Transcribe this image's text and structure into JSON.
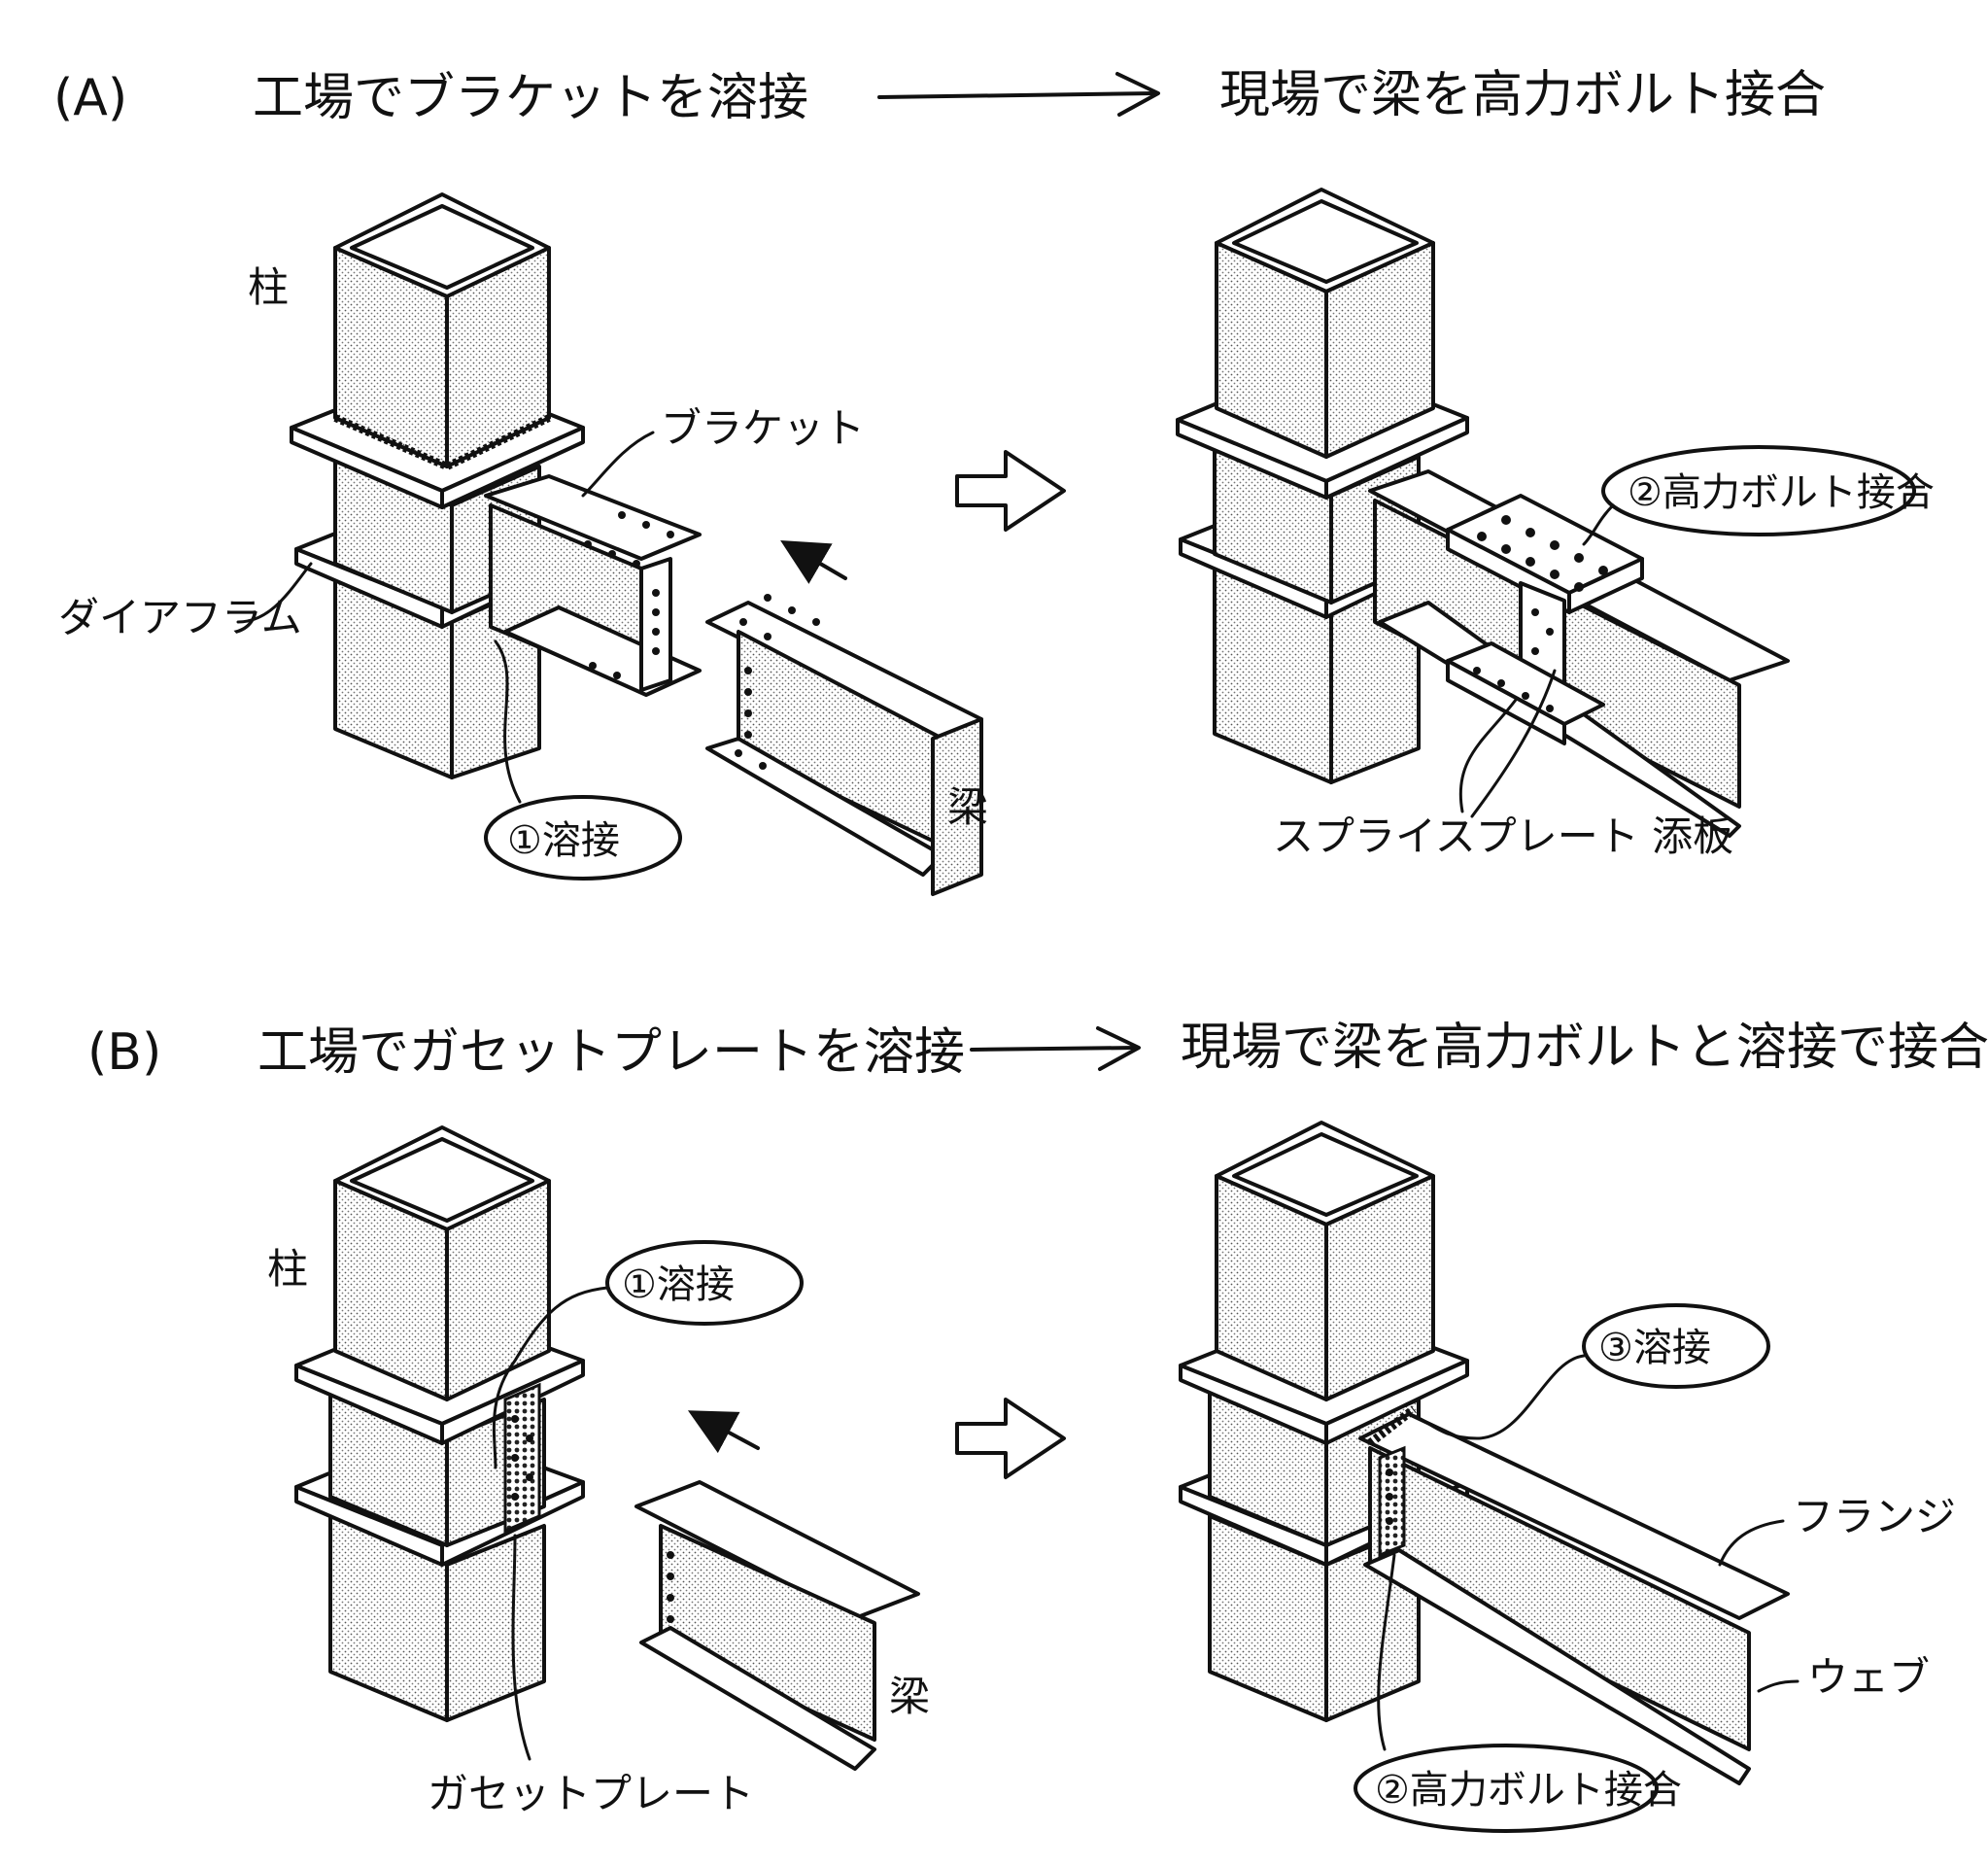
{
  "section_a": {
    "tag": "(A)",
    "left_title": "工場でブラケットを溶接",
    "right_title": "現場で梁を高力ボルト接合",
    "labels": {
      "column": "柱",
      "bracket": "ブラケット",
      "diaphragm": "ダイアフラム",
      "beam": "梁",
      "weld_callout": "①溶接",
      "bolt_callout": "②高力ボルト接合",
      "splice_plate": "スプライスプレート 添板"
    }
  },
  "section_b": {
    "tag": "(B)",
    "left_title": "工場でガセットプレートを溶接",
    "right_title": "現場で梁を高力ボルトと溶接で接合",
    "labels": {
      "column": "柱",
      "weld_callout": "①溶接",
      "beam": "梁",
      "gusset_plate": "ガセットプレート",
      "weld3_callout": "③溶接",
      "flange": "フランジ",
      "web": "ウェブ",
      "bolt_callout": "②高力ボルト接合"
    }
  }
}
